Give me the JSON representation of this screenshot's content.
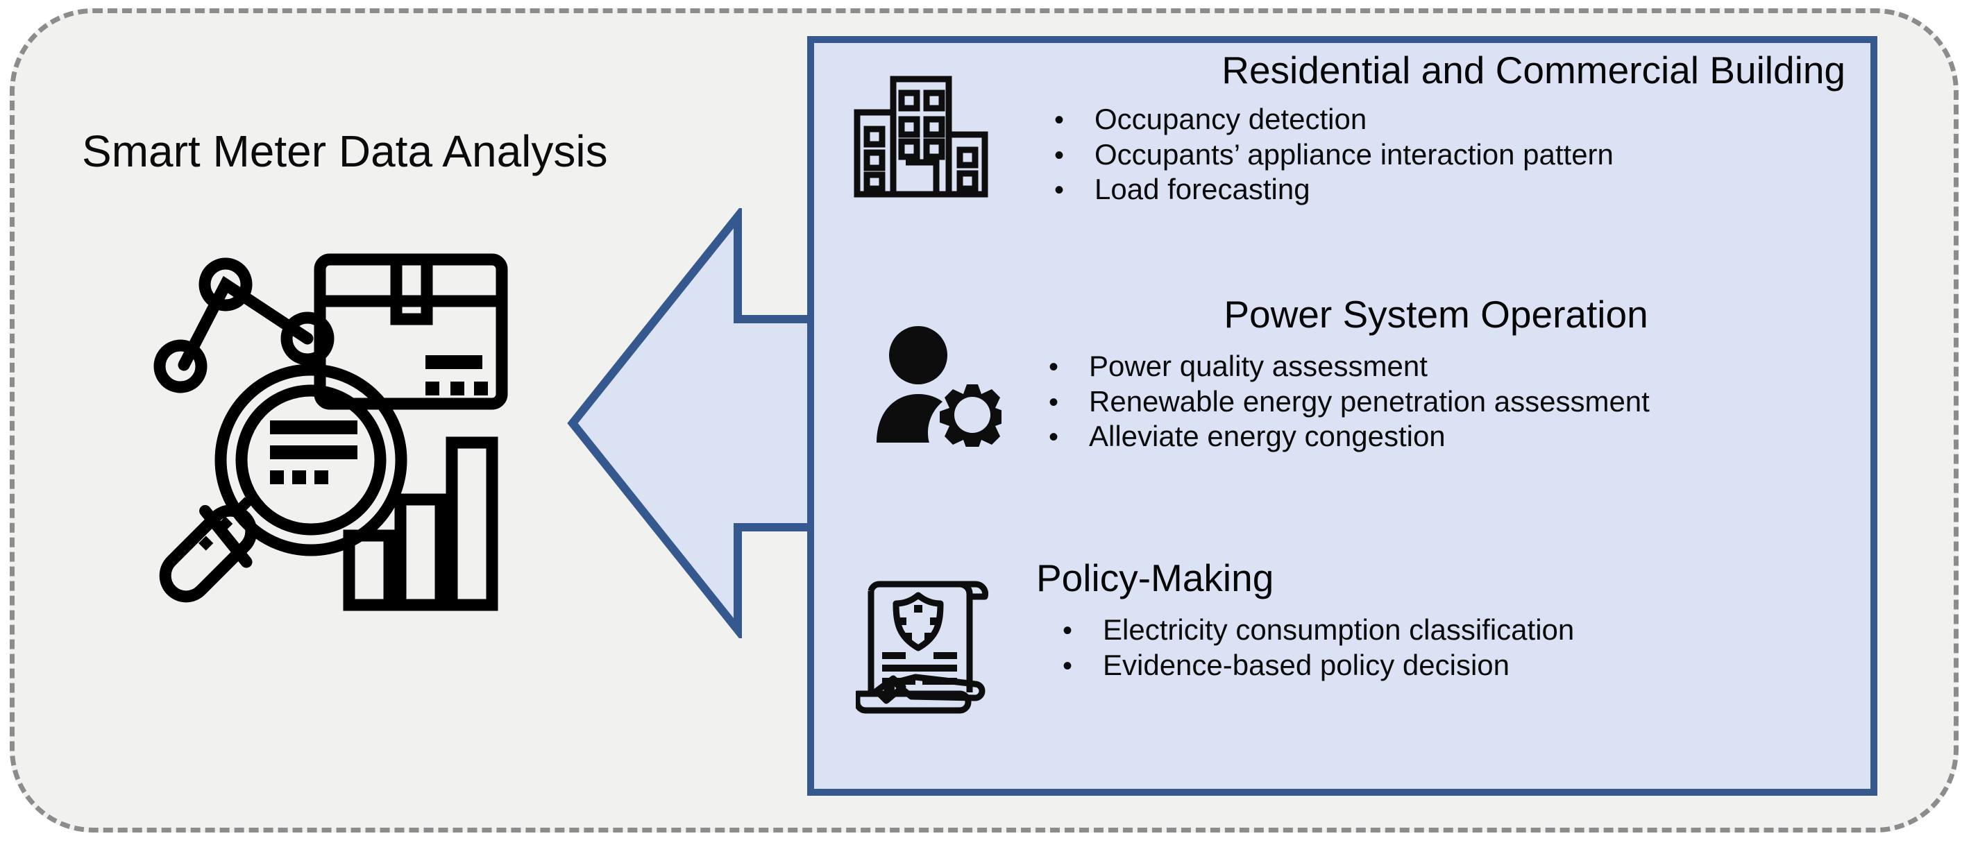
{
  "diagram": {
    "left_panel": {
      "title": "Smart Meter Data Analysis",
      "icon": "data-analysis-magnifier-icon"
    },
    "arrow": {
      "icon": "left-arrow",
      "fill": "#dae2f3",
      "stroke": "#35588f"
    },
    "colors": {
      "panel_fill": "#dae2f3",
      "panel_border": "#35588f",
      "page_fill": "#f1f1f0",
      "dashed_border": "#8c8c8c",
      "text": "#0a0a0a"
    },
    "sections": [
      {
        "id": "residential-commercial-building",
        "heading": "Residential and Commercial Building",
        "icon": "building-icon",
        "bullets": [
          "Occupancy detection",
          "Occupants’ appliance interaction pattern",
          "Load forecasting"
        ]
      },
      {
        "id": "power-system-operation",
        "heading": "Power System Operation",
        "icon": "user-gear-icon",
        "bullets": [
          "Power quality assessment",
          "Renewable energy penetration assessment",
          "Alleviate energy congestion"
        ]
      },
      {
        "id": "policy-making",
        "heading": "Policy-Making",
        "icon": "policy-scroll-pen-icon",
        "bullets": [
          "Electricity consumption classification",
          "Evidence-based policy decision"
        ]
      }
    ],
    "bullet_glyph": "•"
  }
}
